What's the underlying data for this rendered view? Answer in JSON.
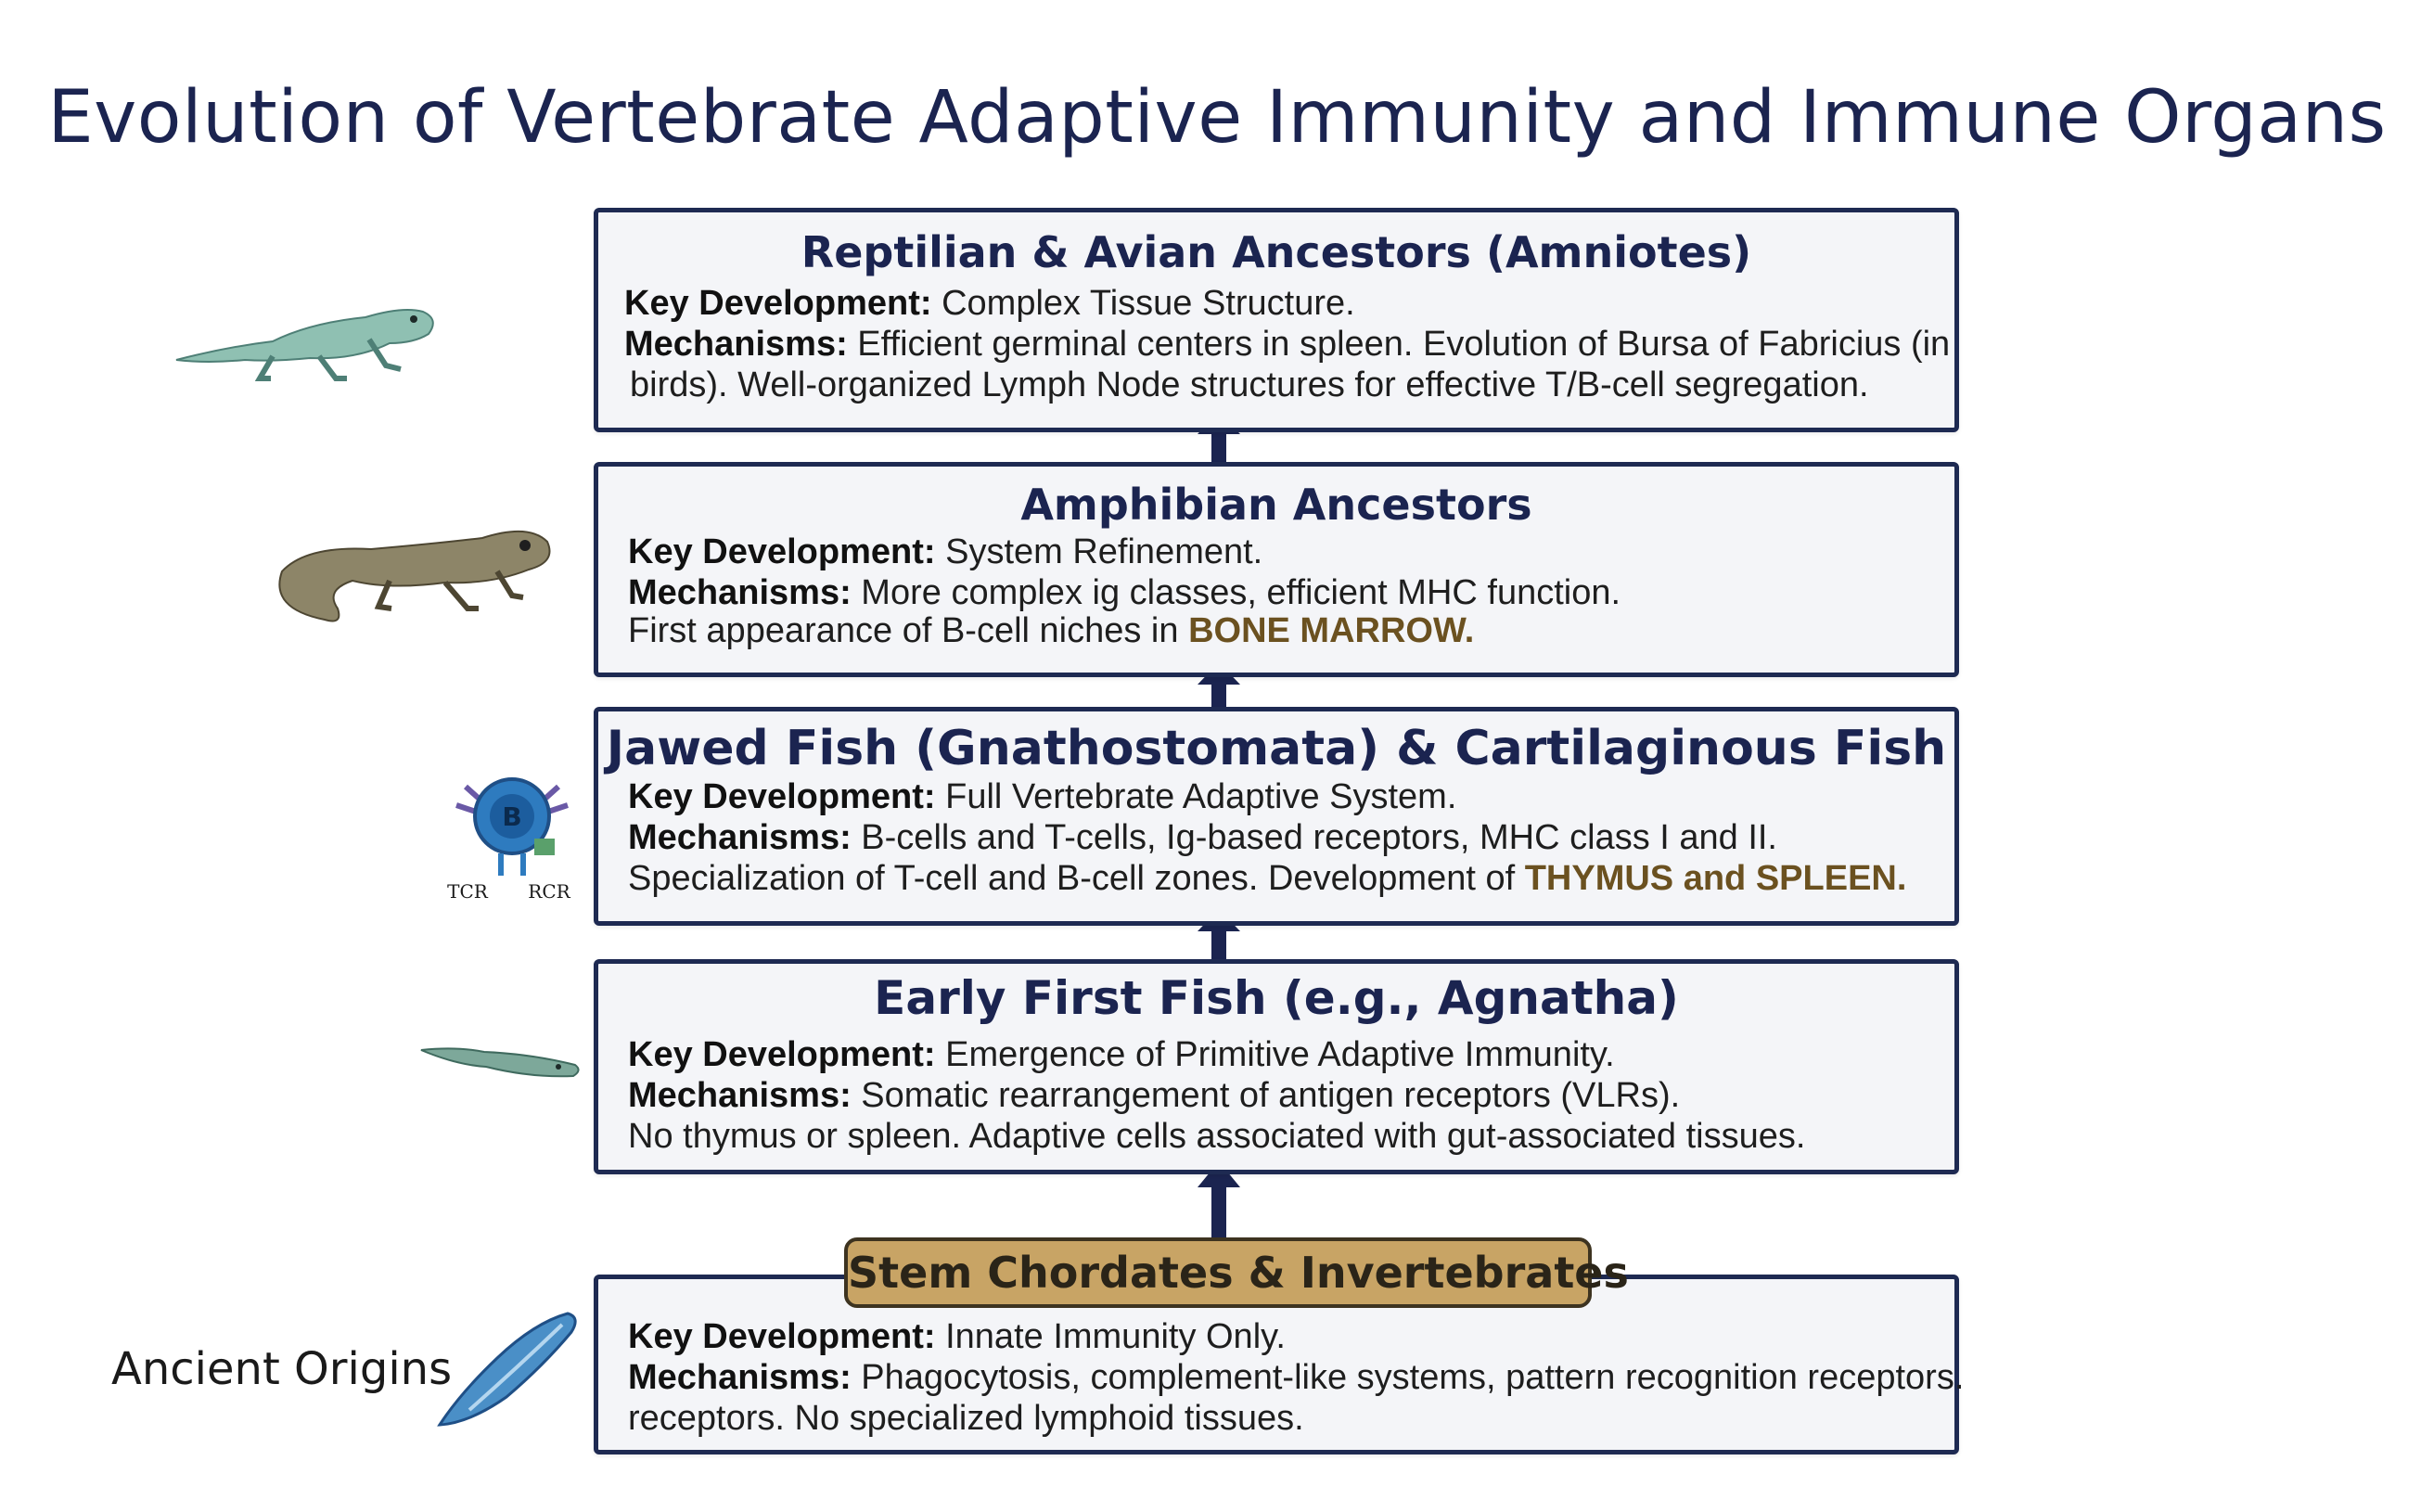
{
  "title": "Evolution of Vertebrate Adaptive Immunity and Immune Organs",
  "colors": {
    "title": "#1b2450",
    "box_border": "#1e2a52",
    "box_fill": "#f4f5f8",
    "highlight": "#6b5120",
    "badge_fill": "#c8a465",
    "arrow": "#1b2450"
  },
  "stages": {
    "amniotes": {
      "title": "Reptilian & Avian Ancestors (Amniotes)",
      "key_label": "Key Development:",
      "key_text": " Complex Tissue Structure.",
      "mech_label": "Mechanisms:",
      "mech_text": " Efficient germinal centers in spleen. Evolution of Bursa of Fabricius (in",
      "line3": " birds). Well-organized Lymph Node structures for effective T/B-cell segregation.",
      "icon": "reptile-icon"
    },
    "amphibian": {
      "title": "Amphibian Ancestors",
      "key_label": "Key Development:",
      "key_text": " System Refinement.",
      "mech_label": "Mechanisms:",
      "mech_text": " More complex ig classes, efficient MHC function.",
      "line3_prefix": "First appearance of B-cell niches in ",
      "line3_highlight": "BONE MARROW.",
      "icon": "salamander-icon"
    },
    "jawed": {
      "title": "Jawed Fish (Gnathostomata) & Cartilaginous Fish",
      "key_label": "Key Development:",
      "key_text": " Full Vertebrate Adaptive System.",
      "mech_label": "Mechanisms:",
      "mech_text": " B-cells and T-cells, Ig-based receptors, MHC class I and II.",
      "line3_prefix": "Specialization of T-cell and B-cell zones. Development of ",
      "line3_highlight": "THYMUS and SPLEEN.",
      "icon": "lymphocyte-icon",
      "icon_letter": "B",
      "icon_label_left": "TCR",
      "icon_label_right": "RCR"
    },
    "agnatha": {
      "title": "Early First Fish (e.g., Agnatha)",
      "key_label": "Key Development:",
      "key_text": " Emergence of Primitive Adaptive Immunity.",
      "mech_label": "Mechanisms:",
      "mech_text": " Somatic rearrangement of antigen receptors (VLRs).",
      "line3": "No thymus or spleen. Adaptive cells associated with gut-associated tissues.",
      "icon": "jawless-fish-icon"
    },
    "stem": {
      "badge": "Stem Chordates & Invertebrates",
      "key_label": "Key Development:",
      "key_text": " Innate Immunity Only.",
      "mech_label": "Mechanisms:",
      "mech_text": " Phagocytosis, complement-like systems, pattern recognition receptors.",
      "line3": "receptors. No specialized lymphoid tissues.",
      "side_label": "Ancient Origins",
      "icon": "lancelet-icon"
    }
  }
}
